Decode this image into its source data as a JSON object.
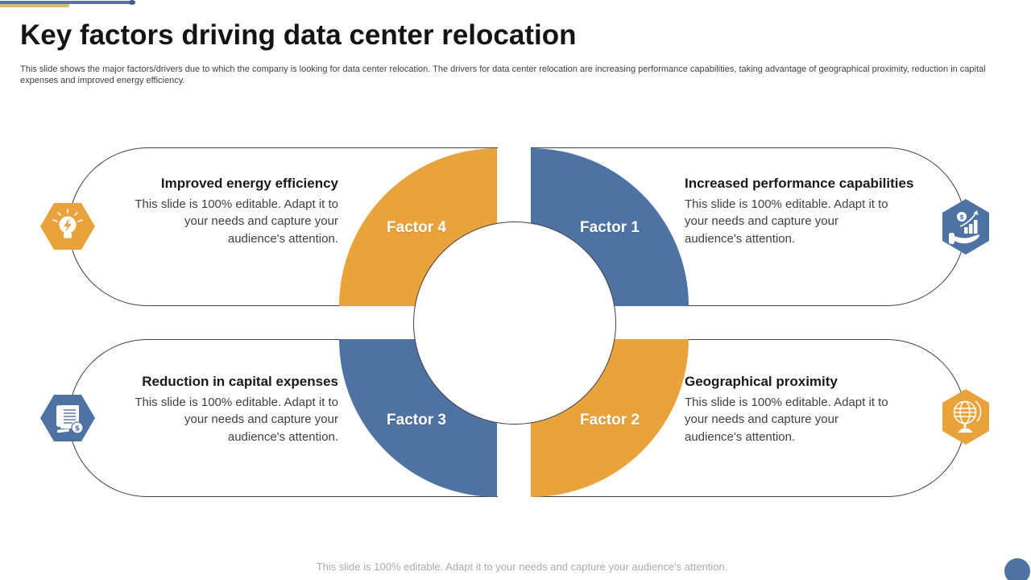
{
  "slide": {
    "title": "Key factors driving data center relocation",
    "subtitle": "This slide shows the major factors/drivers due to which the company is looking  for data center relocation. The drivers for data center relocation are increasing performance capabilities, taking  advantage of geographical proximity, reduction in capital expenses and improved energy efficiency.",
    "footer": "This slide is 100% editable. Adapt it to your needs and capture your audience's attention."
  },
  "colors": {
    "yellow": "#E8A33D",
    "blue": "#4E73A3",
    "top_bar_blue": "#54769F",
    "top_bar_yellow": "#D8BC62",
    "outline": "#404040",
    "title_text": "#141414",
    "body_text": "#404040",
    "footer_text": "#ABABAB",
    "factor_label_text": "#FFFFFF"
  },
  "factors": [
    {
      "label": "Factor 1",
      "position": "top-right",
      "wedge_color": "blue",
      "heading": "Increased performance capabilities",
      "body": "This slide is 100% editable. Adapt it to your needs and capture your audience's attention.",
      "icon": "hand-growth-chart-icon"
    },
    {
      "label": "Factor 2",
      "position": "bottom-right",
      "wedge_color": "yellow",
      "heading": "Geographical proximity",
      "body": "This slide is 100% editable. Adapt it to your needs and capture your audience's attention.",
      "icon": "globe-icon"
    },
    {
      "label": "Factor 3",
      "position": "bottom-left",
      "wedge_color": "blue",
      "heading": "Reduction in capital expenses",
      "body": "This slide is 100% editable. Adapt it to your needs and capture your audience's attention.",
      "icon": "invoice-dollar-icon"
    },
    {
      "label": "Factor 4",
      "position": "top-left",
      "wedge_color": "yellow",
      "heading": "Improved energy efficiency",
      "body": "This slide is 100% editable. Adapt it to your needs and capture your audience's attention.",
      "icon": "idea-bulb-icon"
    }
  ]
}
